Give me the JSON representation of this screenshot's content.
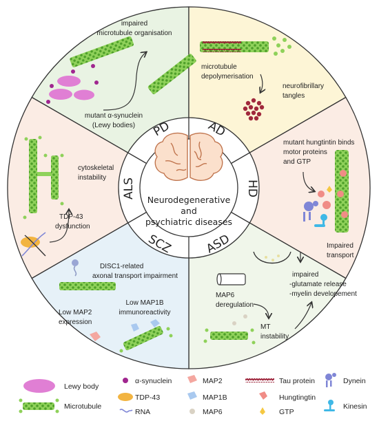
{
  "center": {
    "line1": "Neurodegenerative",
    "line2": "and",
    "line3": "psychiatric diseases"
  },
  "sectors": {
    "pd": {
      "abbr": "PD",
      "color": "#e9f3e3",
      "label_top_1": "impaired",
      "label_top_2": "microtubule organisation",
      "label_bottom_1": "mutant α-synuclein",
      "label_bottom_2": "(Lewy bodies)"
    },
    "ad": {
      "abbr": "AD",
      "color": "#fdf5d6",
      "label_1": "microtubule",
      "label_2": "depolymerisation",
      "label_3": "neurofibrillary",
      "label_4": "tangles"
    },
    "hd": {
      "abbr": "HD",
      "color": "#fbece4",
      "label_1": "mutant hungtintin binds",
      "label_2": "motor proteins",
      "label_3": "and GTP",
      "label_4": "Impaired",
      "label_5": "transport"
    },
    "asd": {
      "abbr": "ASD",
      "color": "#f0f6ea",
      "label_1": "impaired",
      "label_2": "-glutamate release",
      "label_3": "-myelin developement",
      "label_4": "MAP6",
      "label_5": "deregulation",
      "label_6": "MT",
      "label_7": "instability"
    },
    "scz": {
      "abbr": "SCZ",
      "color": "#e6f1f8",
      "label_1": "DISC1-related",
      "label_2": "axonal transport impairment",
      "label_3": "Low MAP2",
      "label_4": "expression",
      "label_5": "Low MAP1B",
      "label_6": "immunoreactivity"
    },
    "als": {
      "abbr": "ALS",
      "color": "#fbece4",
      "label_1": "cytoskeletal",
      "label_2": "instability",
      "label_3": "TDP-43",
      "label_4": "dysfunction"
    }
  },
  "legend": {
    "lewy_body": "Lewy body",
    "microtubule": "Microtubule",
    "alpha_synuclein": "α-synuclein",
    "tdp43": "TDP-43",
    "rna": "RNA",
    "map2": "MAP2",
    "map1b": "MAP1B",
    "map6": "MAP6",
    "tau": "Tau protein",
    "hungtingtin": "Hungtingtin",
    "gtp": "GTP",
    "dynein": "Dynein",
    "kinesin": "Kinesin"
  },
  "colors": {
    "microtubule_green": "#6bbf3f",
    "lewy_pink": "#e07fd4",
    "tau_red": "#a0283c",
    "tdp43_orange": "#f2b441",
    "dynein_blue": "#7f86d6",
    "kinesin_cyan": "#3fb8e6",
    "map2_pink": "#f4a7a0",
    "map1b_blue": "#a9c9ef",
    "map6_beige": "#d9d2c4",
    "hungtingtin_salmon": "#f08c86",
    "gtp_yellow": "#f5c842"
  }
}
